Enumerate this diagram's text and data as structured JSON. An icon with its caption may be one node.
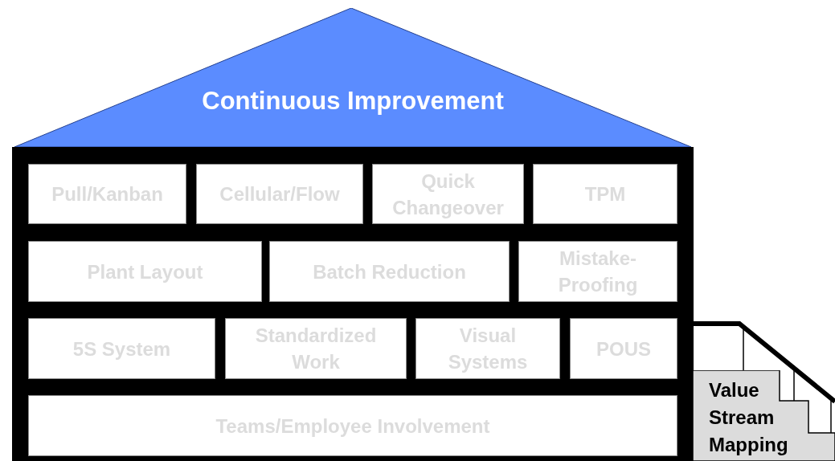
{
  "diagram": {
    "nodes": [
      {
        "text": [
          "Continuous Improvement"
        ]
      },
      {
        "text": [
          "Pull/Kanban"
        ]
      },
      {
        "text": [
          "Cellular/Flow"
        ]
      },
      {
        "text": [
          "Quick Changeover"
        ]
      },
      {
        "text": [
          "TPM"
        ]
      },
      {
        "text": [
          "Plant Layout"
        ]
      },
      {
        "text": [
          "Batch Reduction"
        ]
      },
      {
        "text": [
          "Mistake-Proofing"
        ]
      },
      {
        "text": [
          "5S System"
        ]
      },
      {
        "text": [
          "Standardized Work"
        ]
      },
      {
        "text": [
          "Visual Systems"
        ]
      },
      {
        "text": [
          "POUS"
        ]
      },
      {
        "text": [
          "Teams/Employee Involvement"
        ]
      },
      {
        "text": [
          "Value Stream Mapping"
        ]
      }
    ],
    "edges": []
  }
}
